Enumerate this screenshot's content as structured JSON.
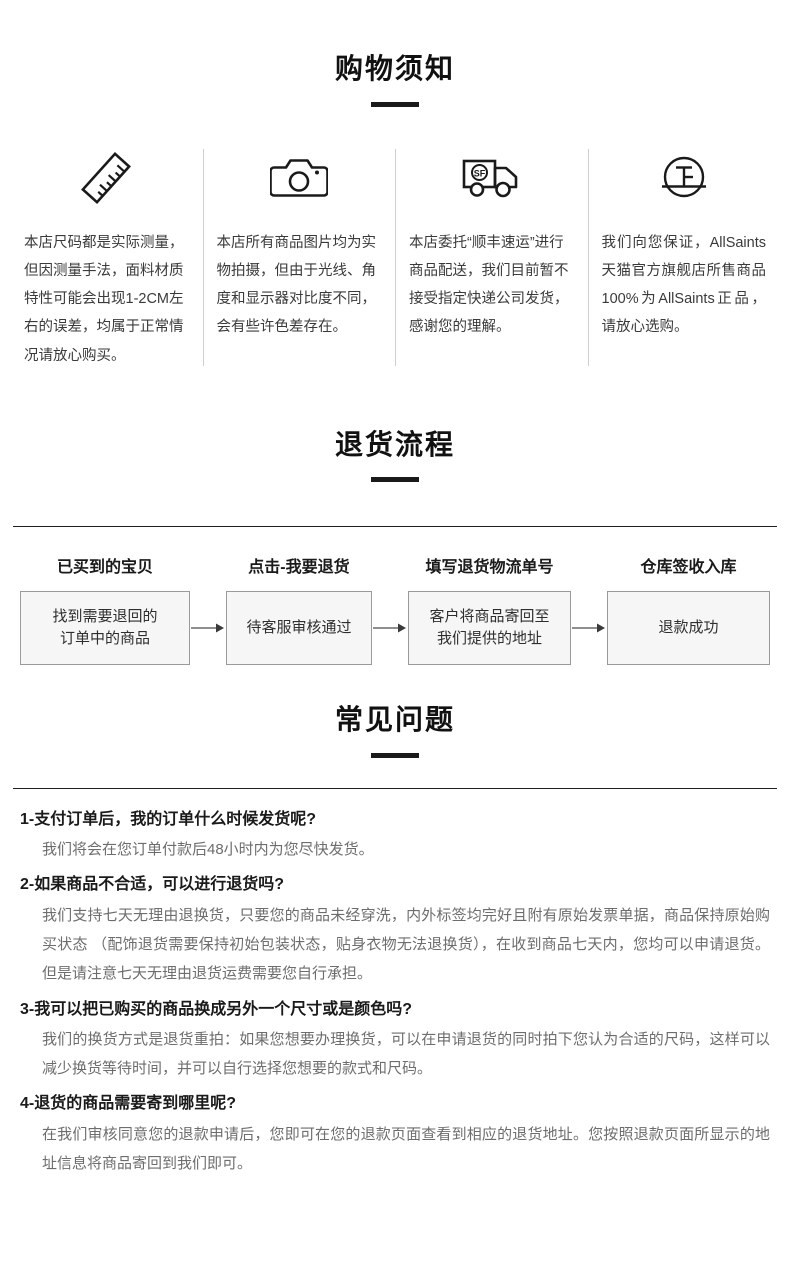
{
  "page": {
    "background": "#ffffff",
    "accent": "#1a1a1a",
    "body_text_color": "#3a3a3a",
    "muted_text_color": "#6d6d6d",
    "box_fill": "#f6f6f6",
    "box_border": "#9a9a9a"
  },
  "notice_section": {
    "title": "购物须知",
    "columns": [
      {
        "icon": "ruler-icon",
        "text": "本店尺码都是实际测量，但因测量手法，面料材质特性可能会出现1-2CM左右的误差，均属于正常情况请放心购买。"
      },
      {
        "icon": "camera-icon",
        "text": "本店所有商品图片均为实物拍摄，但由于光线、角度和显示器对比度不同，会有些许色差存在。"
      },
      {
        "icon": "delivery-truck-sf-icon",
        "text": "本店委托“顺丰速运”进行商品配送，我们目前暂不接受指定快递公司发货，感谢您的理解。"
      },
      {
        "icon": "authentic-seal-icon",
        "text": "我们向您保证，AllSaints天猫官方旗舰店所售商品100%为AllSaints正品，请放心选购。"
      }
    ]
  },
  "return_flow_section": {
    "title": "退货流程",
    "steps": [
      {
        "label": "已买到的宝贝",
        "box_text": "找到需要退回的\n订单中的商品"
      },
      {
        "label": "点击-我要退货",
        "box_text": "待客服审核通过"
      },
      {
        "label": "填写退货物流单号",
        "box_text": "客户将商品寄回至\n我们提供的地址"
      },
      {
        "label": "仓库签收入库",
        "box_text": "退款成功"
      }
    ]
  },
  "faq_section": {
    "title": "常见问题",
    "items": [
      {
        "question": "1-支付订单后，我的订单什么时候发货呢?",
        "answer": "我们将会在您订单付款后48小时内为您尽快发货。"
      },
      {
        "question": "2-如果商品不合适，可以进行退货吗?",
        "answer": "我们支持七天无理由退换货，只要您的商品未经穿洗，内外标签均完好且附有原始发票单据，商品保持原始购买状态 （配饰退货需要保持初始包装状态，贴身衣物无法退换货），在收到商品七天内，您均可以申请退货。但是请注意七天无理由退货运费需要您自行承担。"
      },
      {
        "question": "3-我可以把已购买的商品换成另外一个尺寸或是颜色吗?",
        "answer": "我们的换货方式是退货重拍：如果您想要办理换货，可以在申请退货的同时拍下您认为合适的尺码，这样可以减少换货等待时间，并可以自行选择您想要的款式和尺码。"
      },
      {
        "question": "4-退货的商品需要寄到哪里呢?",
        "answer": "在我们审核同意您的退款申请后，您即可在您的退款页面查看到相应的退货地址。您按照退款页面所显示的地址信息将商品寄回到我们即可。"
      }
    ]
  }
}
